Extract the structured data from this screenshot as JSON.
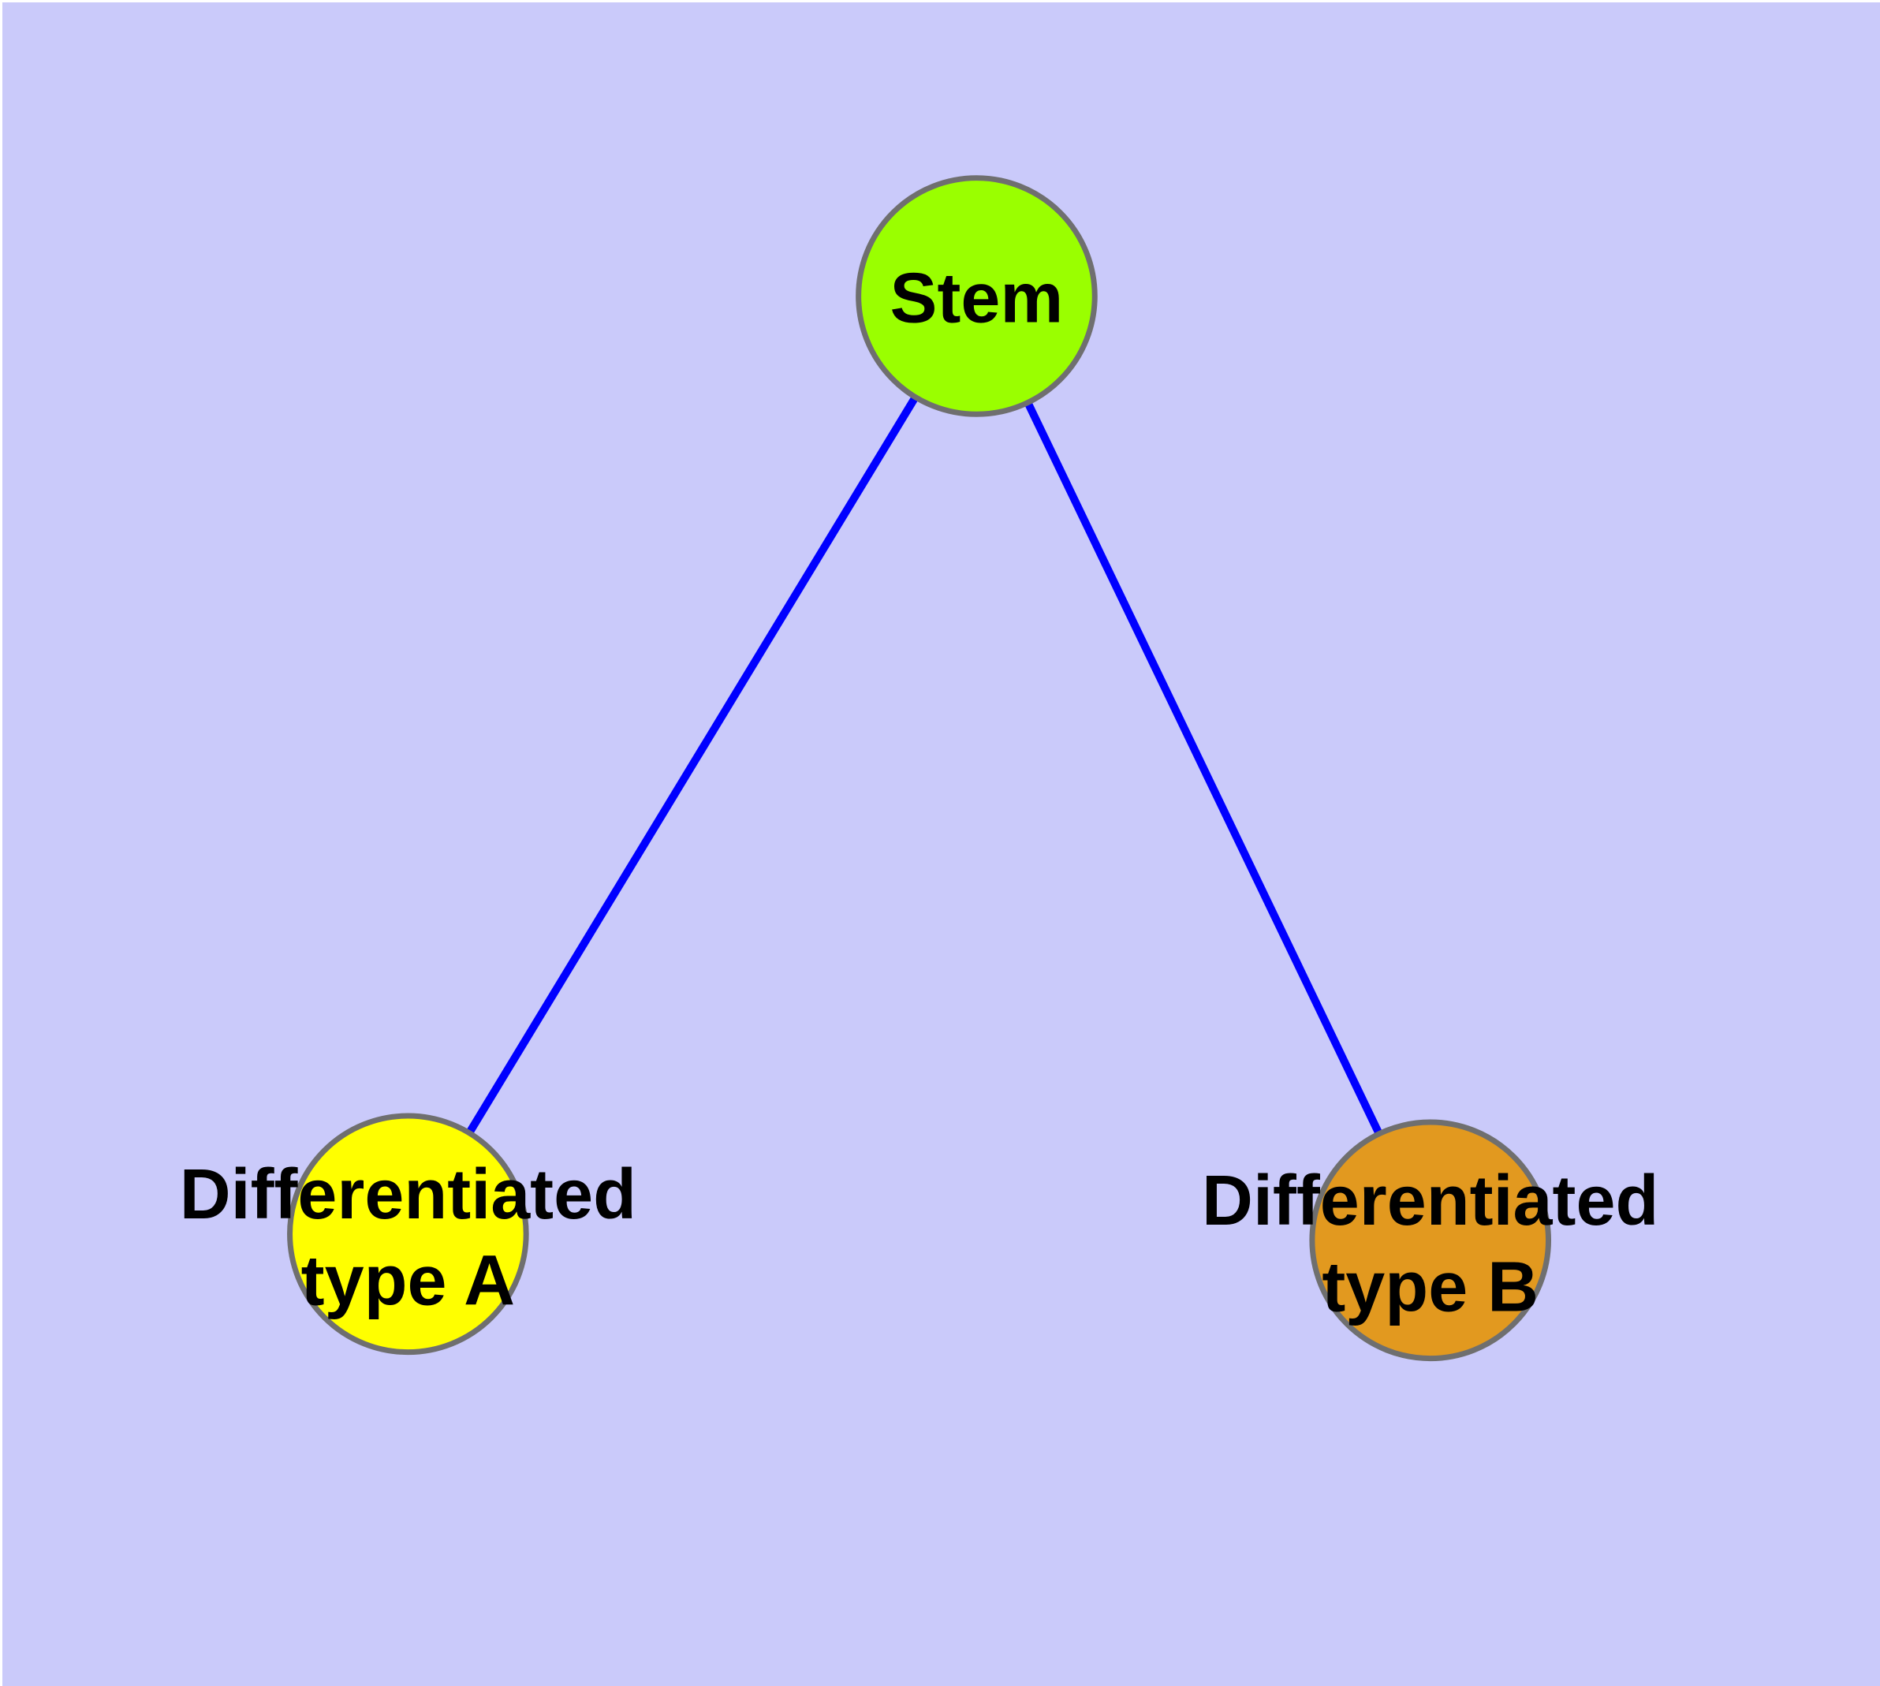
{
  "figure": {
    "type": "node-link-diagram",
    "background_color": "#cacafa",
    "frame_color": "#ffffff",
    "edge_color": "#0000ff",
    "node_border_color": "#6f6f6f",
    "label_color": "#000000",
    "nodes": [
      {
        "id": "stem",
        "label": "Stem",
        "fill": "#9aff00"
      },
      {
        "id": "differentiated-type-a",
        "label_line1": "Differentiated",
        "label_line2": "type A",
        "fill": "#ffff00"
      },
      {
        "id": "differentiated-type-b",
        "label_line1": "Differentiated",
        "label_line2": "type B",
        "fill": "#e2991f"
      }
    ],
    "edges": [
      {
        "from": "Stem",
        "to": "Differentiated type A"
      },
      {
        "from": "Stem",
        "to": "Differentiated type B"
      }
    ]
  }
}
